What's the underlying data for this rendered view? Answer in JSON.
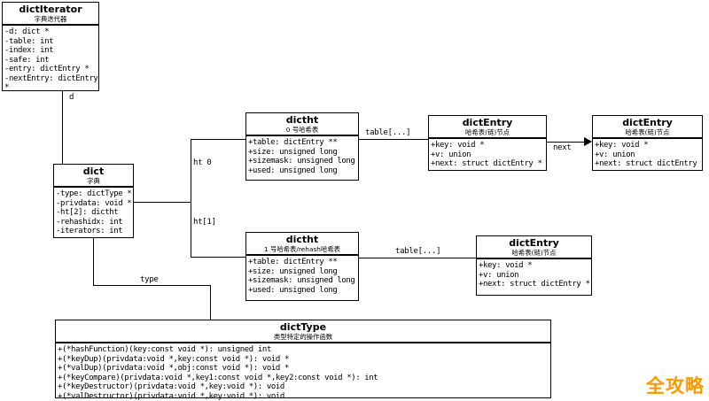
{
  "classes": [
    {
      "name": "dictIterator",
      "title": "dictIterator",
      "subtitle": "字典迭代器",
      "attributes": [
        "-d: dict *",
        "-table: int",
        "-index: int",
        "-safe: int",
        "-entry: dictEntry *",
        "-nextEntry: dictEntry",
        "*"
      ]
    },
    {
      "name": "dict",
      "title": "dict",
      "subtitle": "字典",
      "attributes": [
        "-type: dictType *",
        "-privdata: void *",
        "-ht[2]: dictht",
        "-rehashidx: int",
        "-iterators: int"
      ]
    },
    {
      "name": "dictht-0",
      "title": "dictht",
      "subtitle": "0 号哈希表",
      "attributes": [
        "+table: dictEntry **",
        "+size: unsigned long",
        "+sizemask: unsigned long",
        "+used: unsigned long"
      ]
    },
    {
      "name": "dictht-1",
      "title": "dictht",
      "subtitle": "1 号哈希表/rehash哈希表",
      "attributes": [
        "+table: dictEntry **",
        "+size: unsigned long",
        "+sizemask: unsigned long",
        "+used: unsigned long"
      ]
    },
    {
      "name": "dictEntry-first",
      "title": "dictEntry",
      "subtitle": "哈希表(链)节点",
      "attributes": [
        "+key: void *",
        "+v: union",
        "+next: struct dictEntry *"
      ]
    },
    {
      "name": "dictEntry-next",
      "title": "dictEntry",
      "subtitle": "哈希表(链)节点",
      "attributes": [
        "+key: void *",
        "+v: union",
        "+next: struct dictEntry *"
      ]
    },
    {
      "name": "dictEntry-bottom",
      "title": "dictEntry",
      "subtitle": "哈希表(链)节点",
      "attributes": [
        "+key: void *",
        "+v: union",
        "+next: struct dictEntry *"
      ]
    },
    {
      "name": "dictType",
      "title": "dictType",
      "subtitle": "类型特定的操作函数",
      "attributes": [
        "+(*hashFunction)(key:const void *): unsigned int",
        "+(*keyDup)(privdata:void *,key:const void *): void *",
        "+(*valDup)(privdata:void *,obj:const void *): void *",
        "+(*keyCompare)(privdata:void *,key1:const void *,key2:const void *): int",
        "+(*keyDestructor)(privdata:void *,key:void *): void",
        "+(*valDestructor)(privdata:void *,key:void *): void"
      ]
    }
  ],
  "edges": {
    "d": "d",
    "ht0": "ht 0",
    "ht1": "ht[1]",
    "type": "type",
    "table_top": "table[...]",
    "next": "next",
    "table_bottom": "table[...]"
  },
  "watermark": {
    "text": "全攻略",
    "color": "#ff9900"
  }
}
